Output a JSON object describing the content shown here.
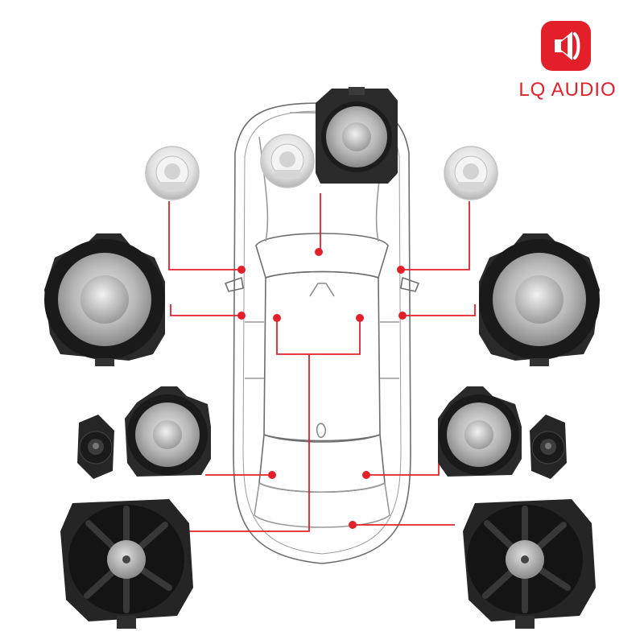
{
  "brand": {
    "name": "LQ AUDIO",
    "logo_icon": "speaker-in-rounded-square-icon",
    "accent_color": "#e3202a"
  },
  "illustration": {
    "subject": "car-top-view-line-drawing",
    "marker_color": "#e3202a",
    "components": [
      {
        "id": "center-midrange",
        "icon": "square-midrange-speaker-icon"
      },
      {
        "id": "left-dash-tweeter",
        "icon": "silver-tweeter-icon"
      },
      {
        "id": "center-dash-tweeter",
        "icon": "silver-tweeter-icon"
      },
      {
        "id": "right-dash-tweeter",
        "icon": "silver-tweeter-icon"
      },
      {
        "id": "left-front-door-speaker",
        "icon": "large-coaxial-speaker-icon"
      },
      {
        "id": "right-front-door-speaker",
        "icon": "large-coaxial-speaker-icon"
      },
      {
        "id": "left-rear-tweeter",
        "icon": "black-tweeter-icon"
      },
      {
        "id": "right-rear-tweeter",
        "icon": "black-tweeter-icon"
      },
      {
        "id": "left-rear-door-speaker",
        "icon": "medium-speaker-icon"
      },
      {
        "id": "right-rear-door-speaker",
        "icon": "medium-speaker-icon"
      },
      {
        "id": "left-subwoofer",
        "icon": "underseat-subwoofer-icon"
      },
      {
        "id": "right-subwoofer",
        "icon": "underseat-subwoofer-icon"
      }
    ]
  }
}
